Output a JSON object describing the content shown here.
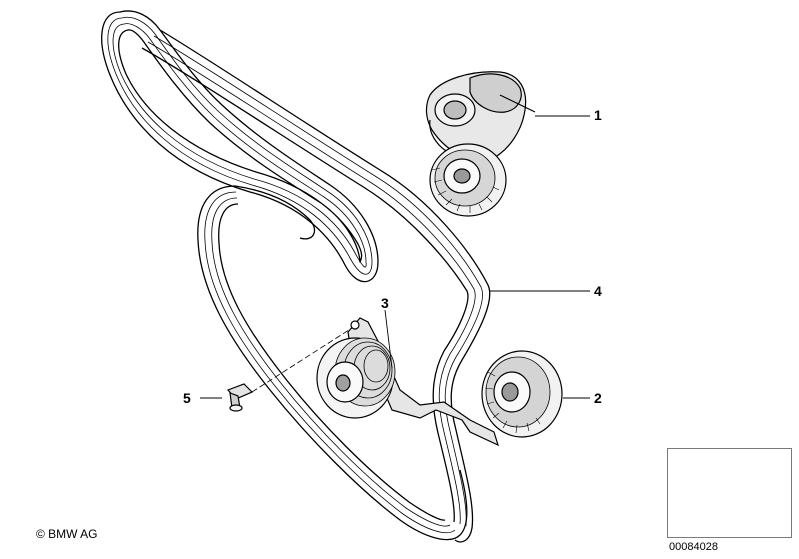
{
  "diagram": {
    "callouts": [
      {
        "id": "1",
        "label": "1"
      },
      {
        "id": "2",
        "label": "2"
      },
      {
        "id": "3",
        "label": "3"
      },
      {
        "id": "4",
        "label": "4"
      },
      {
        "id": "5",
        "label": "5"
      }
    ],
    "copyright": "© BMW AG",
    "document_number": "00084028"
  }
}
